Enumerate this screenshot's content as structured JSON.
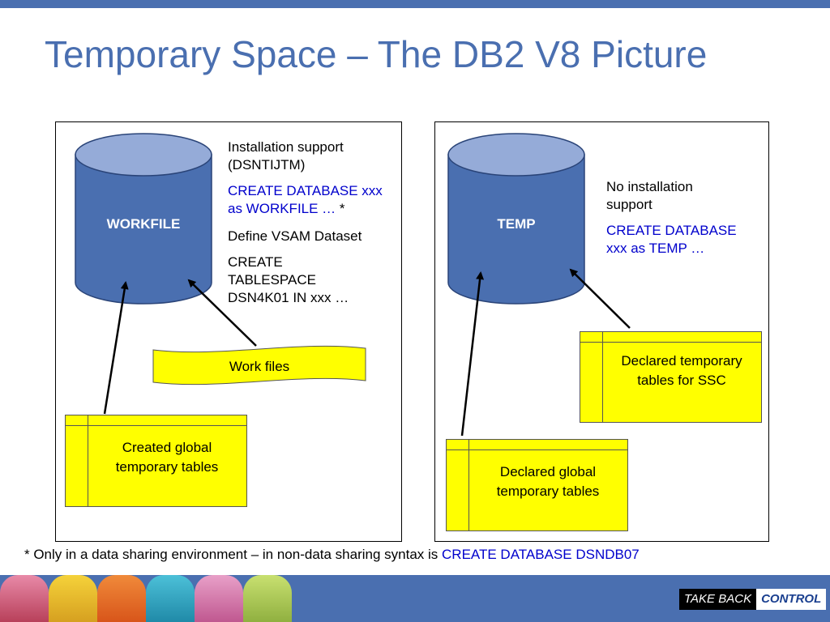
{
  "slide": {
    "title": "Temporary Space – The DB2 V8 Picture"
  },
  "left_panel": {
    "cylinder_label": "WORKFILE",
    "notes": [
      {
        "text": "Installation support (DSNTIJTM)",
        "color": "black"
      },
      {
        "text": "CREATE DATABASE xxx as WORKFILE … ",
        "suffix": "*",
        "color": "blue"
      },
      {
        "text": "Define VSAM Dataset",
        "color": "black"
      },
      {
        "text": "CREATE TABLESPACE DSN4K01 IN xxx …",
        "color": "black"
      }
    ],
    "work_files_label": "Work files",
    "table_label": "Created global temporary tables"
  },
  "right_panel": {
    "cylinder_label": "TEMP",
    "notes": [
      {
        "text": "No installation support",
        "color": "black"
      },
      {
        "text": "CREATE DATABASE xxx as TEMP …",
        "color": "blue"
      }
    ],
    "ssc_table_label": "Declared temporary tables for SSC",
    "global_table_label": "Declared global temporary tables"
  },
  "footnote": {
    "prefix": "* Only in a data sharing environment – in non-data sharing syntax is ",
    "highlight": "CREATE DATABASE DSNDB07"
  },
  "branding": {
    "part1": "TAKE BACK",
    "part2": "CONTROL"
  },
  "colors": {
    "accent": "#4a6fb0",
    "cylinder_body": "#4a6fb0",
    "cylinder_top": "#95abd8",
    "table_fill": "#ffff00",
    "highlight_text": "#0000cc"
  }
}
